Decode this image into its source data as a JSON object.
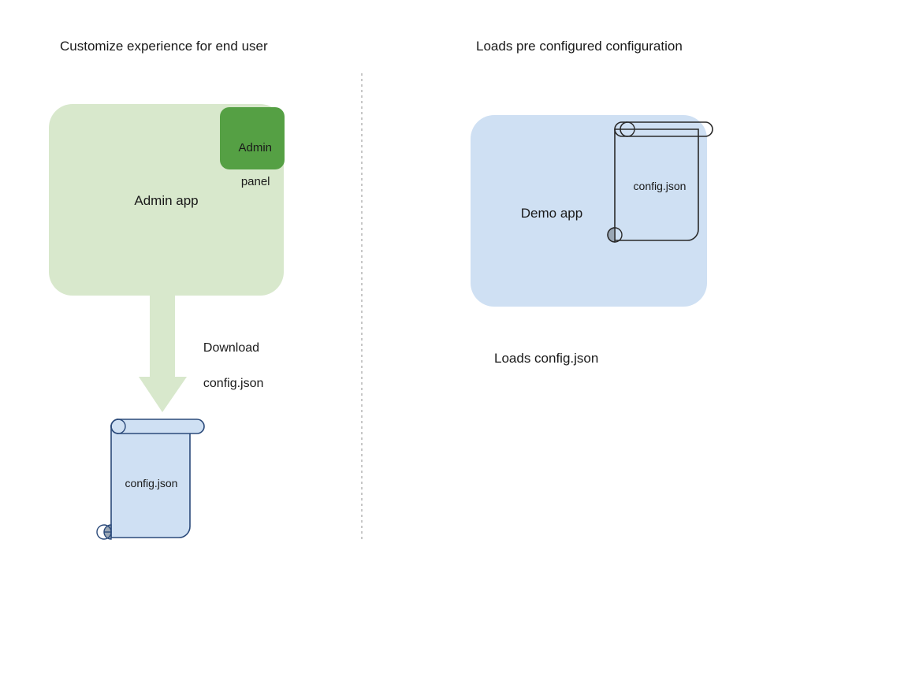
{
  "diagram": {
    "title_left": "Customize experience for end user",
    "title_right": "Loads pre configured configuration",
    "divider": {
      "style": "dotted",
      "color": "#b9b9b9"
    },
    "left_flow": {
      "app_box": {
        "label": "Admin app",
        "fill": "#d8e8cc",
        "panel": {
          "label_line1": "Admin",
          "label_line2": "panel",
          "fill": "#55a044"
        }
      },
      "arrow": {
        "label_line1": "Download",
        "label_line2": "config.json",
        "direction": "down",
        "fill": "#d8e8cc"
      },
      "document": {
        "label": "config.json",
        "fill": "#cfe0f3",
        "stroke": "#2b4a7a",
        "roll_fill": "#9aa7b5"
      }
    },
    "right_flow": {
      "app_box": {
        "label": "Demo app",
        "fill": "#cfe0f3"
      },
      "document": {
        "label": "config.json",
        "fill": "transparent",
        "stroke": "#2a2a2a",
        "roll_fill": "#9aa7b5"
      },
      "caption": "Loads config.json"
    }
  }
}
